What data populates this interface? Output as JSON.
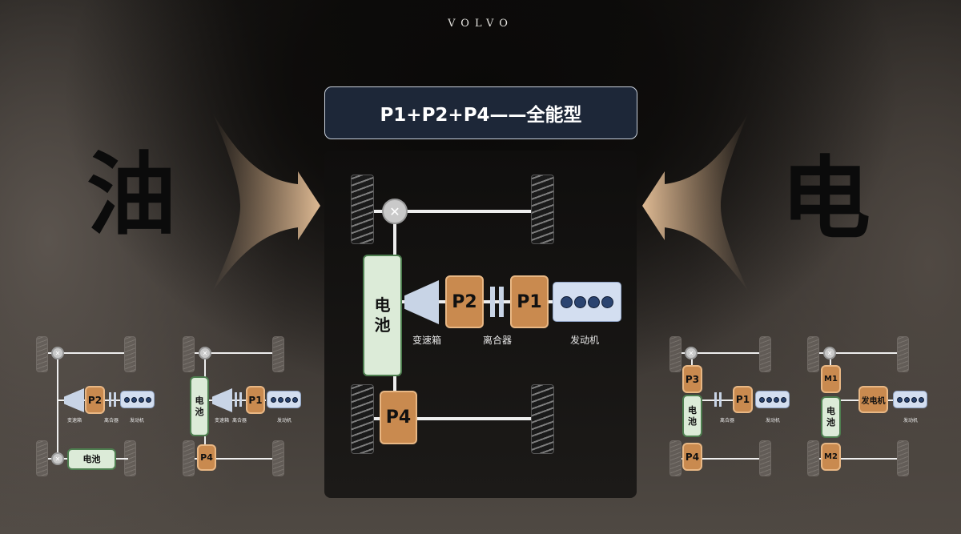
{
  "brand": "VOLVO",
  "left_char": "油",
  "right_char": "电",
  "title": "P1+P2+P4——全能型",
  "colors": {
    "motor": "#c98a4f",
    "battery": "#dcebd8",
    "engine": "#d3def0",
    "title_bg": "#1d2738",
    "arrow": "#e3b98f"
  },
  "main": {
    "battery": "电\n池",
    "p2": "P2",
    "p1": "P1",
    "p4": "P4",
    "gearbox": "变速箱",
    "clutch": "离合器",
    "engine": "发动机"
  },
  "mini_a": {
    "p2": "P2",
    "gearbox": "变速箱",
    "clutch": "离合器",
    "engine": "发动机",
    "battery": "电池"
  },
  "mini_b": {
    "battery": "电\n池",
    "p1": "P1",
    "p4": "P4",
    "gearbox": "变速箱",
    "clutch": "离合器",
    "engine": "发动机"
  },
  "mini_c": {
    "p3": "P3",
    "battery": "电\n池",
    "p1": "P1",
    "p4": "P4",
    "clutch": "离合器",
    "engine": "发动机"
  },
  "mini_d": {
    "m1": "M1",
    "battery": "电\n池",
    "generator": "发电机",
    "m2": "M2",
    "engine": "发动机"
  }
}
